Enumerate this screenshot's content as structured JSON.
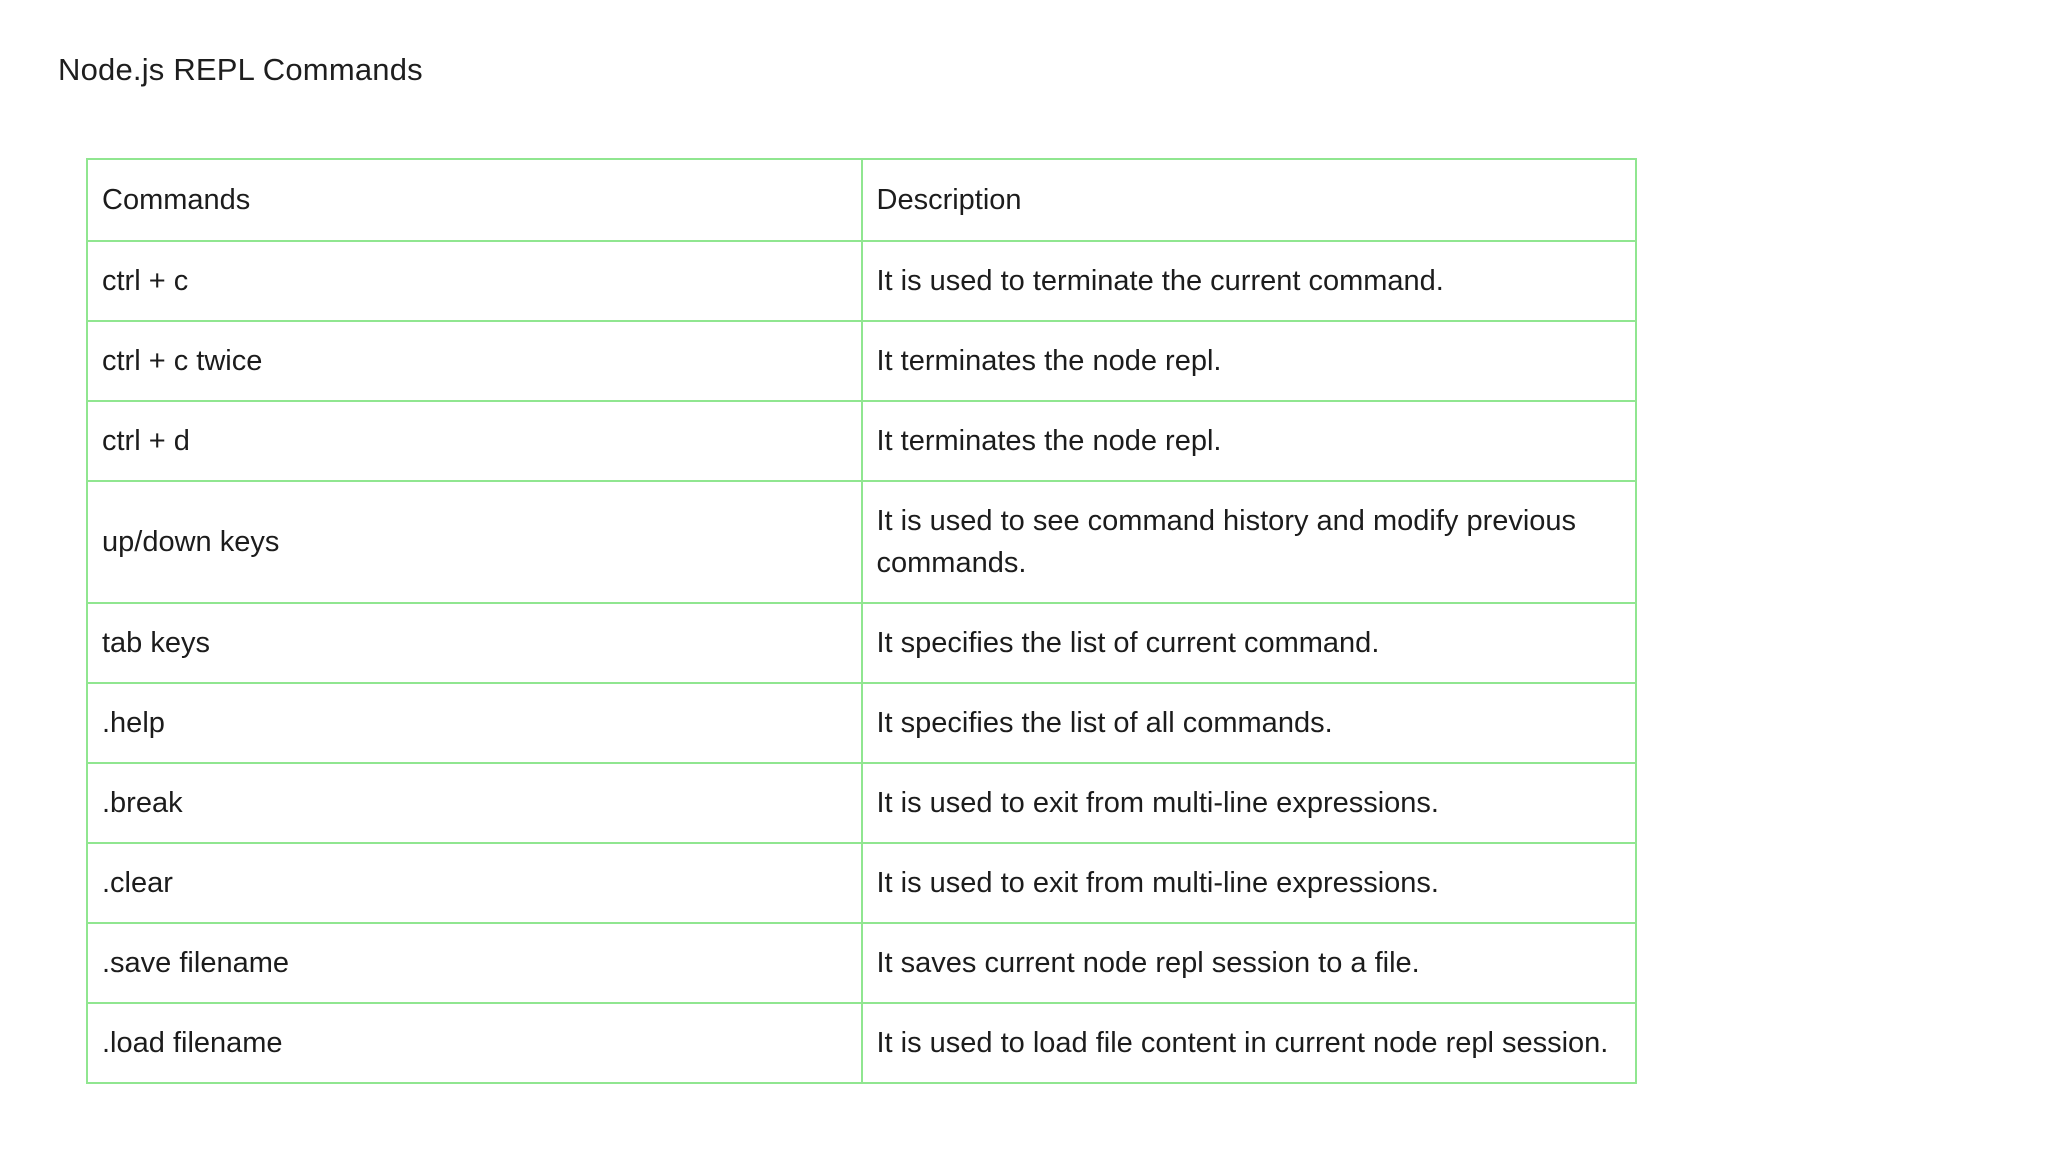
{
  "page": {
    "title": "Node.js REPL Commands"
  },
  "colors": {
    "table_border": "#90e690",
    "text": "#1c1c1c",
    "background": "#ffffff"
  },
  "table": {
    "columns": [
      "Commands",
      "Description"
    ],
    "rows": [
      [
        "ctrl + c",
        "It is used to terminate the current command."
      ],
      [
        "ctrl + c twice",
        "It terminates the node repl."
      ],
      [
        "ctrl + d",
        "It terminates the node repl."
      ],
      [
        "up/down keys",
        "It is used to see command history and modify previous commands."
      ],
      [
        "tab keys",
        "It specifies the list of current command."
      ],
      [
        ".help",
        "It specifies the list of all commands."
      ],
      [
        ".break",
        "It is used to exit from multi-line expressions."
      ],
      [
        ".clear",
        "It is used to exit from multi-line expressions."
      ],
      [
        ".save filename",
        "It saves current node repl session to a file."
      ],
      [
        ".load filename",
        "It is used to load file content in current node repl session."
      ]
    ]
  }
}
